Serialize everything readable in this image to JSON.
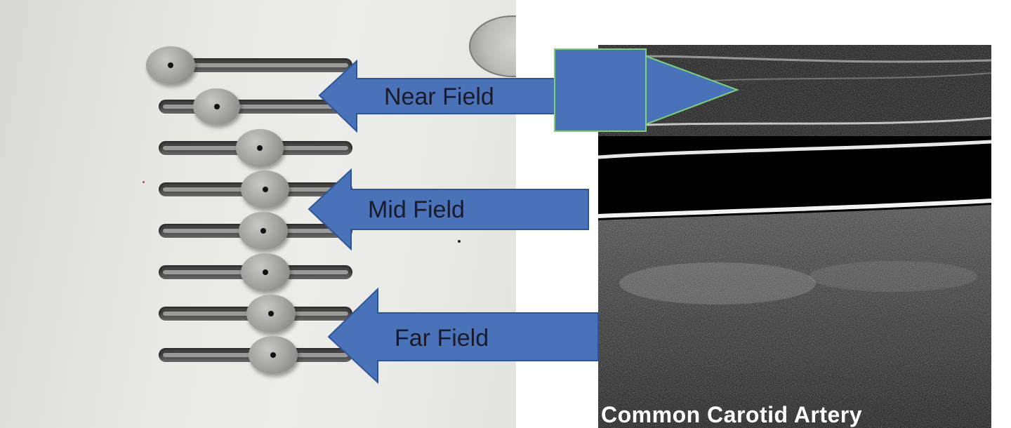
{
  "labels": {
    "near": "Near Field",
    "mid": "Mid Field",
    "far": "Far Field"
  },
  "image_caption": "Common Carotid Artery",
  "sliders": {
    "count": 8,
    "levels": [
      0.06,
      0.3,
      0.52,
      0.55,
      0.54,
      0.55,
      0.58,
      0.59
    ]
  },
  "colors": {
    "arrow_fill": "#4a72b8",
    "arrow_stroke": "#2f5597",
    "highlight_stroke": "#7cd07c"
  },
  "icons": [
    "slider-knob",
    "arrow-left",
    "triangle-right"
  ]
}
